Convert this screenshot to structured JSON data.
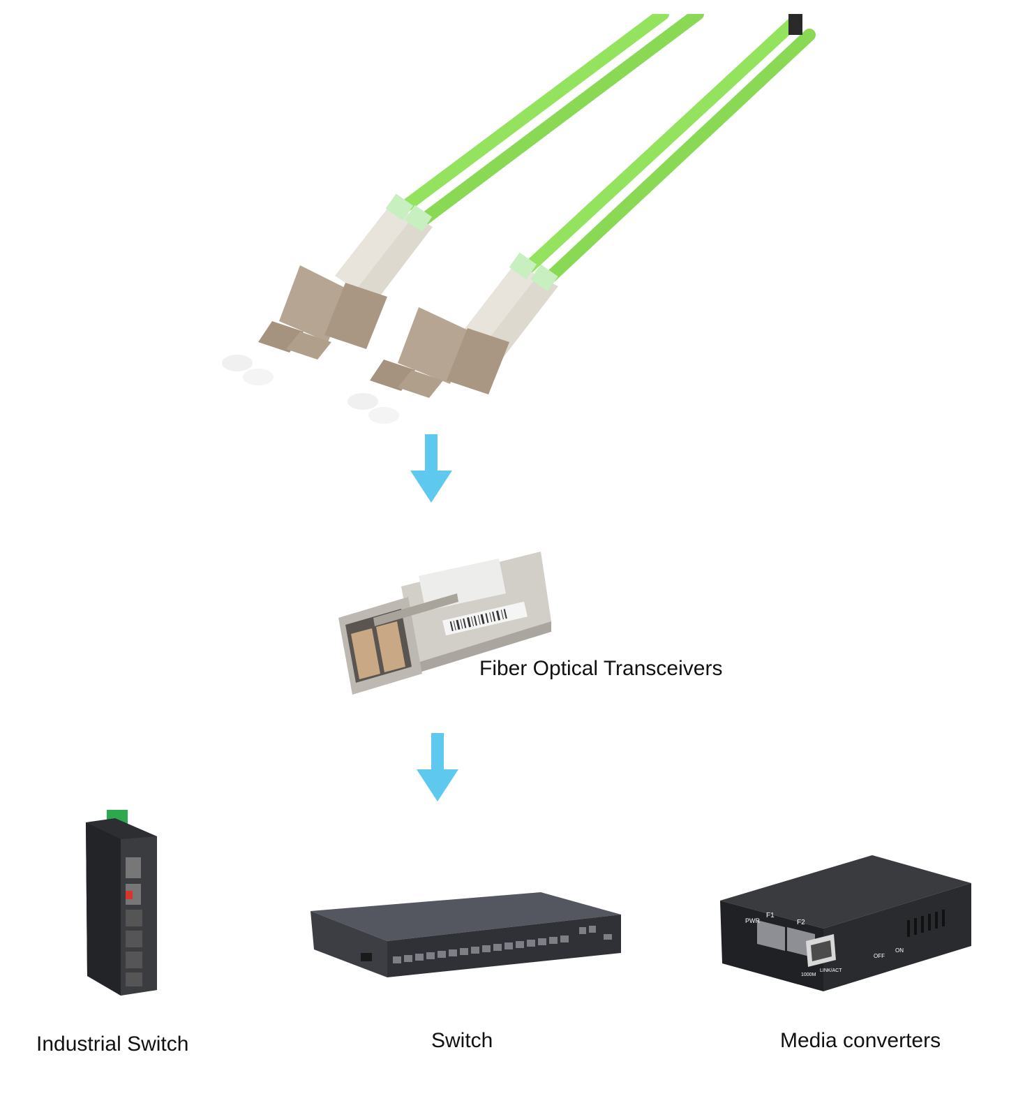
{
  "colors": {
    "arrow": "#5ec8ef",
    "cable": "#93e35e",
    "cable_dark": "#6cc83c",
    "connector": "#b6a592",
    "boot": "#e8e4dc",
    "device_dark": "#2c2e31",
    "sfp_metal": "#c9c6c0"
  },
  "labels": {
    "transceiver": "Fiber Optical Transceivers",
    "industrial_switch": "Industrial Switch",
    "switch": "Switch",
    "media_converter": "Media converters"
  },
  "devices": {
    "media_converter_ports": [
      "F1",
      "F2"
    ],
    "media_converter_led": "PWR",
    "media_converter_switch_off": "OFF",
    "media_converter_switch_on": "ON",
    "media_converter_speed": "1000M",
    "media_converter_link": "LINK/ACT"
  }
}
